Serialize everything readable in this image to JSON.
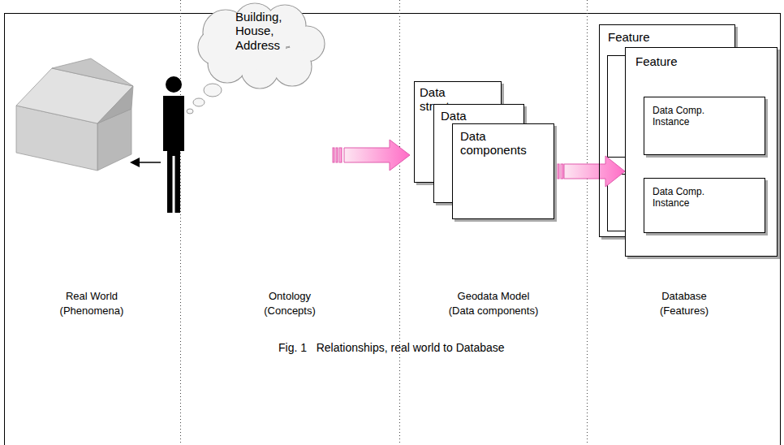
{
  "diagram": {
    "caption": "Fig. 1   Relationships, real world to Database",
    "nodes": [
      {
        "text": [
          "Building, House, Address"
        ]
      },
      {
        "text": [
          "Data structure"
        ]
      },
      {
        "text": [
          "Data"
        ]
      },
      {
        "text": [
          "Data components"
        ]
      },
      {
        "text": [
          "Feature"
        ]
      },
      {
        "text": [
          "Feature"
        ]
      },
      {
        "text": [
          "Data Comp. Instance"
        ],
        "in": 5
      },
      {
        "text": [
          "Data Comp. Instance"
        ],
        "in": 5
      }
    ],
    "edges": [
      {
        "from": 3,
        "to": 5,
        "arrow": "to"
      }
    ],
    "labels": [
      "Real World (Phenomena)",
      "Ontology (Concepts)",
      "Geodata Model (Data components)",
      "Database (Features)"
    ]
  }
}
